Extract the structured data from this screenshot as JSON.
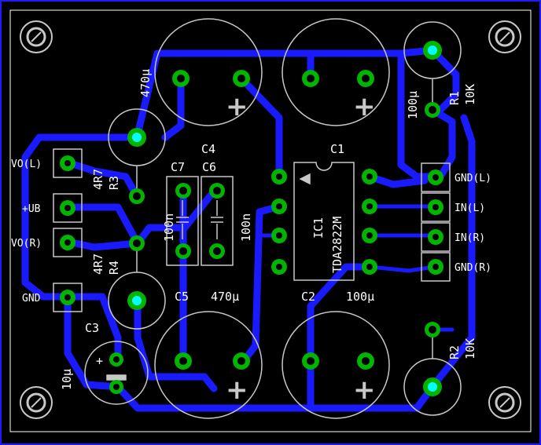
{
  "colors": {
    "trace": "#1a1aff",
    "pad": "#00b400",
    "silk": "#c8c8c8",
    "text": "#ffffff",
    "board_edge": "#ffffff",
    "via_center": "#00ffff"
  },
  "components": {
    "ic1_ref": "IC1",
    "ic1_part": "TDA2822M",
    "c1_ref": "C1",
    "c2_ref": "C2",
    "c2_value": "100µ",
    "c3_ref": "C3",
    "c3_value": "10µ",
    "c4_ref": "C4",
    "c4_value": "470µ",
    "c5_ref": "C5",
    "c5_value": "470µ",
    "c6_ref": "C6",
    "c6_value": "100n",
    "c7_ref": "C7",
    "c7_value": "100n",
    "c1_value": "100µ",
    "r1_ref": "R1",
    "r1_value": "10K",
    "r2_ref": "R2",
    "r2_value": "10K",
    "r3_ref": "R3",
    "r3_value": "4R7",
    "r4_ref": "R4",
    "r4_value": "4R7"
  },
  "connectors": {
    "vo_l": "VO(L)",
    "ub": "+UB",
    "vo_r": "VO(R)",
    "gnd": "GND",
    "gnd_l": "GND(L)",
    "in_l": "IN(L)",
    "in_r": "IN(R)",
    "gnd_r": "GND(R)"
  },
  "polarity": {
    "plus": "+"
  }
}
